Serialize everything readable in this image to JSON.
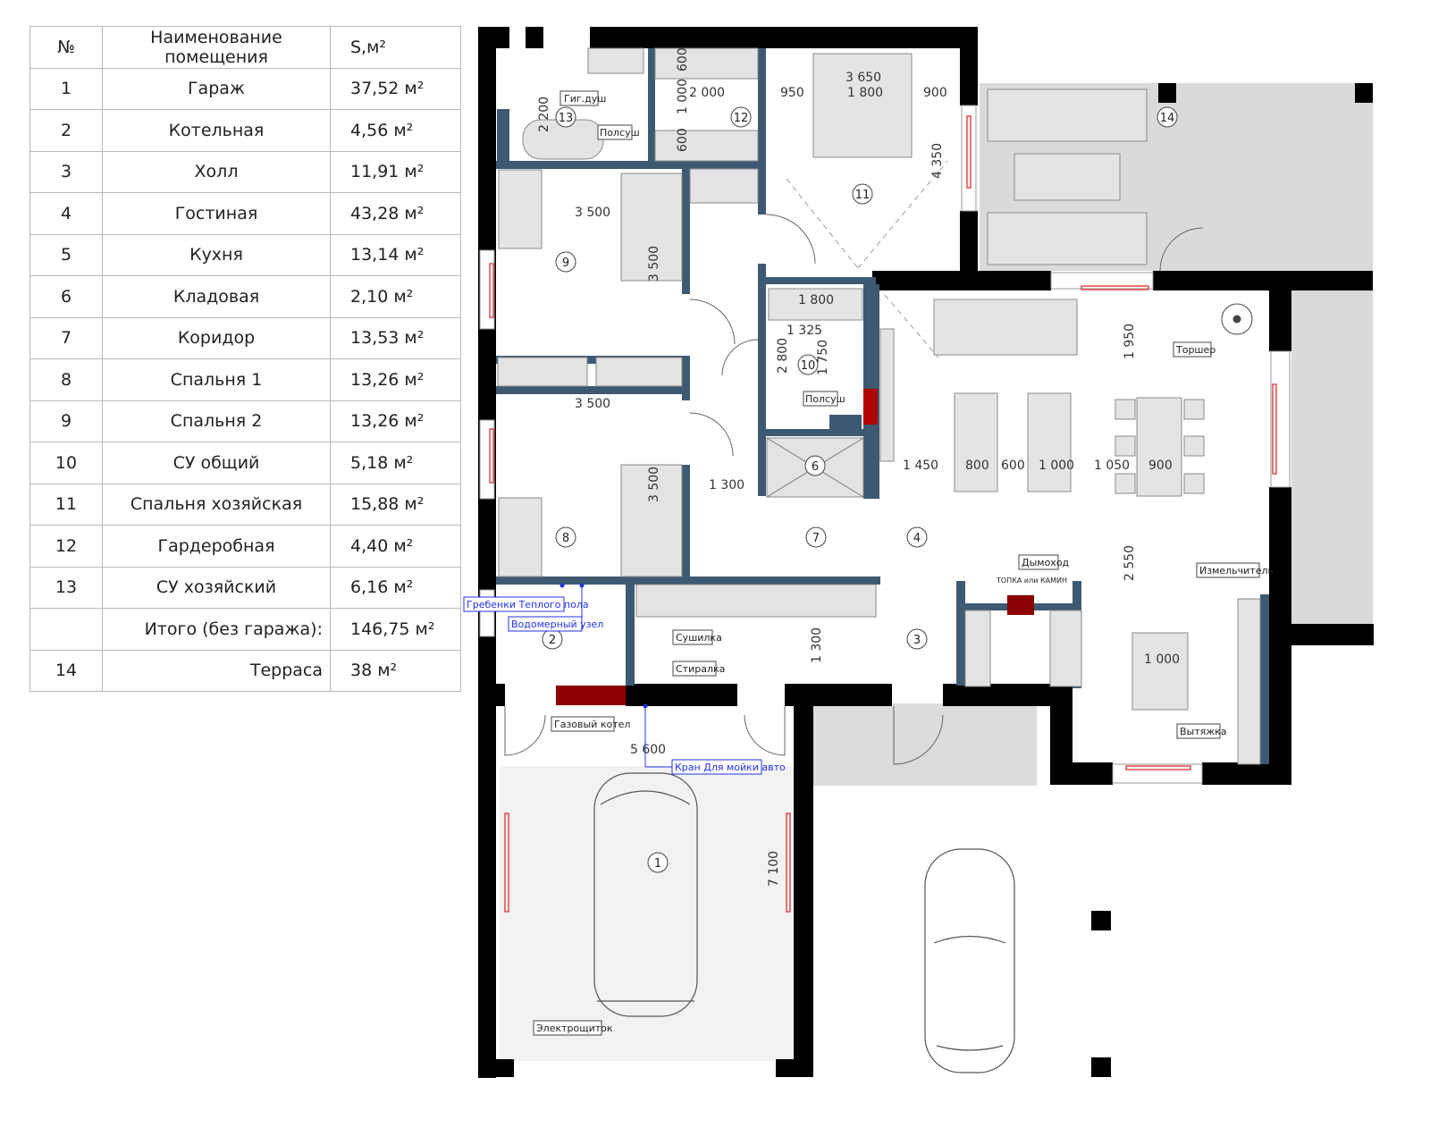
{
  "table": {
    "headers": {
      "num": "№",
      "name": "Наименование помещения",
      "area": "S,м²"
    },
    "rows": [
      {
        "num": "1",
        "name": "Гараж",
        "area": "37,52 м²"
      },
      {
        "num": "2",
        "name": "Котельная",
        "area": "4,56 м²"
      },
      {
        "num": "3",
        "name": "Холл",
        "area": "11,91 м²"
      },
      {
        "num": "4",
        "name": "Гостиная",
        "area": "43,28 м²"
      },
      {
        "num": "5",
        "name": "Кухня",
        "area": "13,14 м²"
      },
      {
        "num": "6",
        "name": "Кладовая",
        "area": "2,10 м²"
      },
      {
        "num": "7",
        "name": "Коридор",
        "area": "13,53 м²"
      },
      {
        "num": "8",
        "name": "Спальня 1",
        "area": "13,26 м²"
      },
      {
        "num": "9",
        "name": "Спальня 2",
        "area": "13,26 м²"
      },
      {
        "num": "10",
        "name": "СУ общий",
        "area": "5,18 м²"
      },
      {
        "num": "11",
        "name": "Спальня хозяйская",
        "area": "15,88 м²"
      },
      {
        "num": "12",
        "name": "Гардеробная",
        "area": "4,40 м²"
      },
      {
        "num": "13",
        "name": "СУ хозяйский",
        "area": "6,16 м²"
      }
    ],
    "total": {
      "num": "",
      "name": "Итого (без гаража):",
      "area": "146,75 м²"
    },
    "terrace": {
      "num": "14",
      "name": "Терраса",
      "area": "38 м²"
    }
  },
  "plan": {
    "room_numbers": [
      "1",
      "2",
      "3",
      "4",
      "6",
      "7",
      "8",
      "9",
      "10",
      "11",
      "12",
      "13",
      "14"
    ],
    "dimensions": [
      "3 650",
      "1 800",
      "950",
      "900",
      "2 000",
      "600",
      "1 000",
      "600",
      "2 200",
      "4 350",
      "3 500",
      "3 500",
      "3 500",
      "3 500",
      "1 800",
      "1 325",
      "2 800",
      "1 750",
      "1 950",
      "1 300",
      "1 450",
      "800",
      "600",
      "1 000",
      "1 050",
      "900",
      "2 550",
      "1 300",
      "1 000",
      "5 600",
      "7 100"
    ],
    "labels": {
      "gig_dush": "Гиг.душ",
      "polsush_1": "Полсуш",
      "polsush_2": "Полсуш",
      "torsher": "Торшер",
      "dymohod": "Дымоход",
      "topka": "ТОПКА или КАМИН",
      "izmelchitel": "Измельчитель",
      "vytyazhka": "Вытяжка",
      "sushilka": "Сушилка",
      "stiralka": "Стиралка",
      "grebenki": "Гребенки Теплого пола",
      "vodomerny": "Водомерный узел",
      "gazovy": "Газовый котел",
      "kran": "Кран Для мойки авто",
      "elektro": "Электрощиток"
    },
    "colors": {
      "wall": "#000000",
      "partition": "#3e5a73",
      "terrace": "#dadada",
      "blue_note": "#2233ee",
      "heater": "#e04a4a",
      "boiler": "#8b0000"
    }
  }
}
